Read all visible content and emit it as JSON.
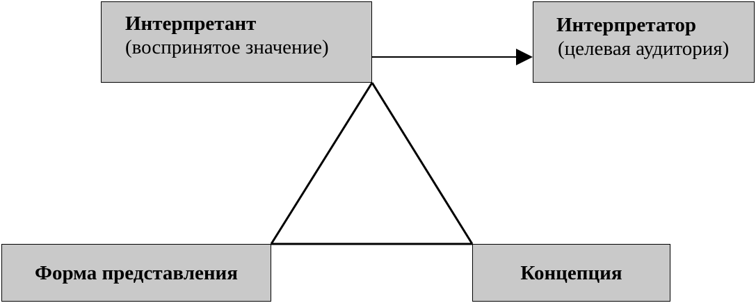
{
  "diagram": {
    "nodes": {
      "interpretant": {
        "title": "Интерпретант",
        "subtitle": "(воспринятое значение)"
      },
      "interpreter": {
        "title": "Интерпретатор",
        "subtitle": "(целевая аудитория)"
      },
      "form": {
        "title": "Форма представления"
      },
      "concept": {
        "title": "Концепция"
      }
    },
    "edges": [
      {
        "from": "interpretant",
        "to": "interpreter",
        "directed": true
      },
      {
        "from": "interpretant",
        "to": "form",
        "directed": false
      },
      {
        "from": "interpretant",
        "to": "concept",
        "directed": false
      },
      {
        "from": "form",
        "to": "concept",
        "directed": false
      }
    ],
    "colors": {
      "node_fill": "#c9c9c9",
      "stroke": "#000000"
    }
  }
}
